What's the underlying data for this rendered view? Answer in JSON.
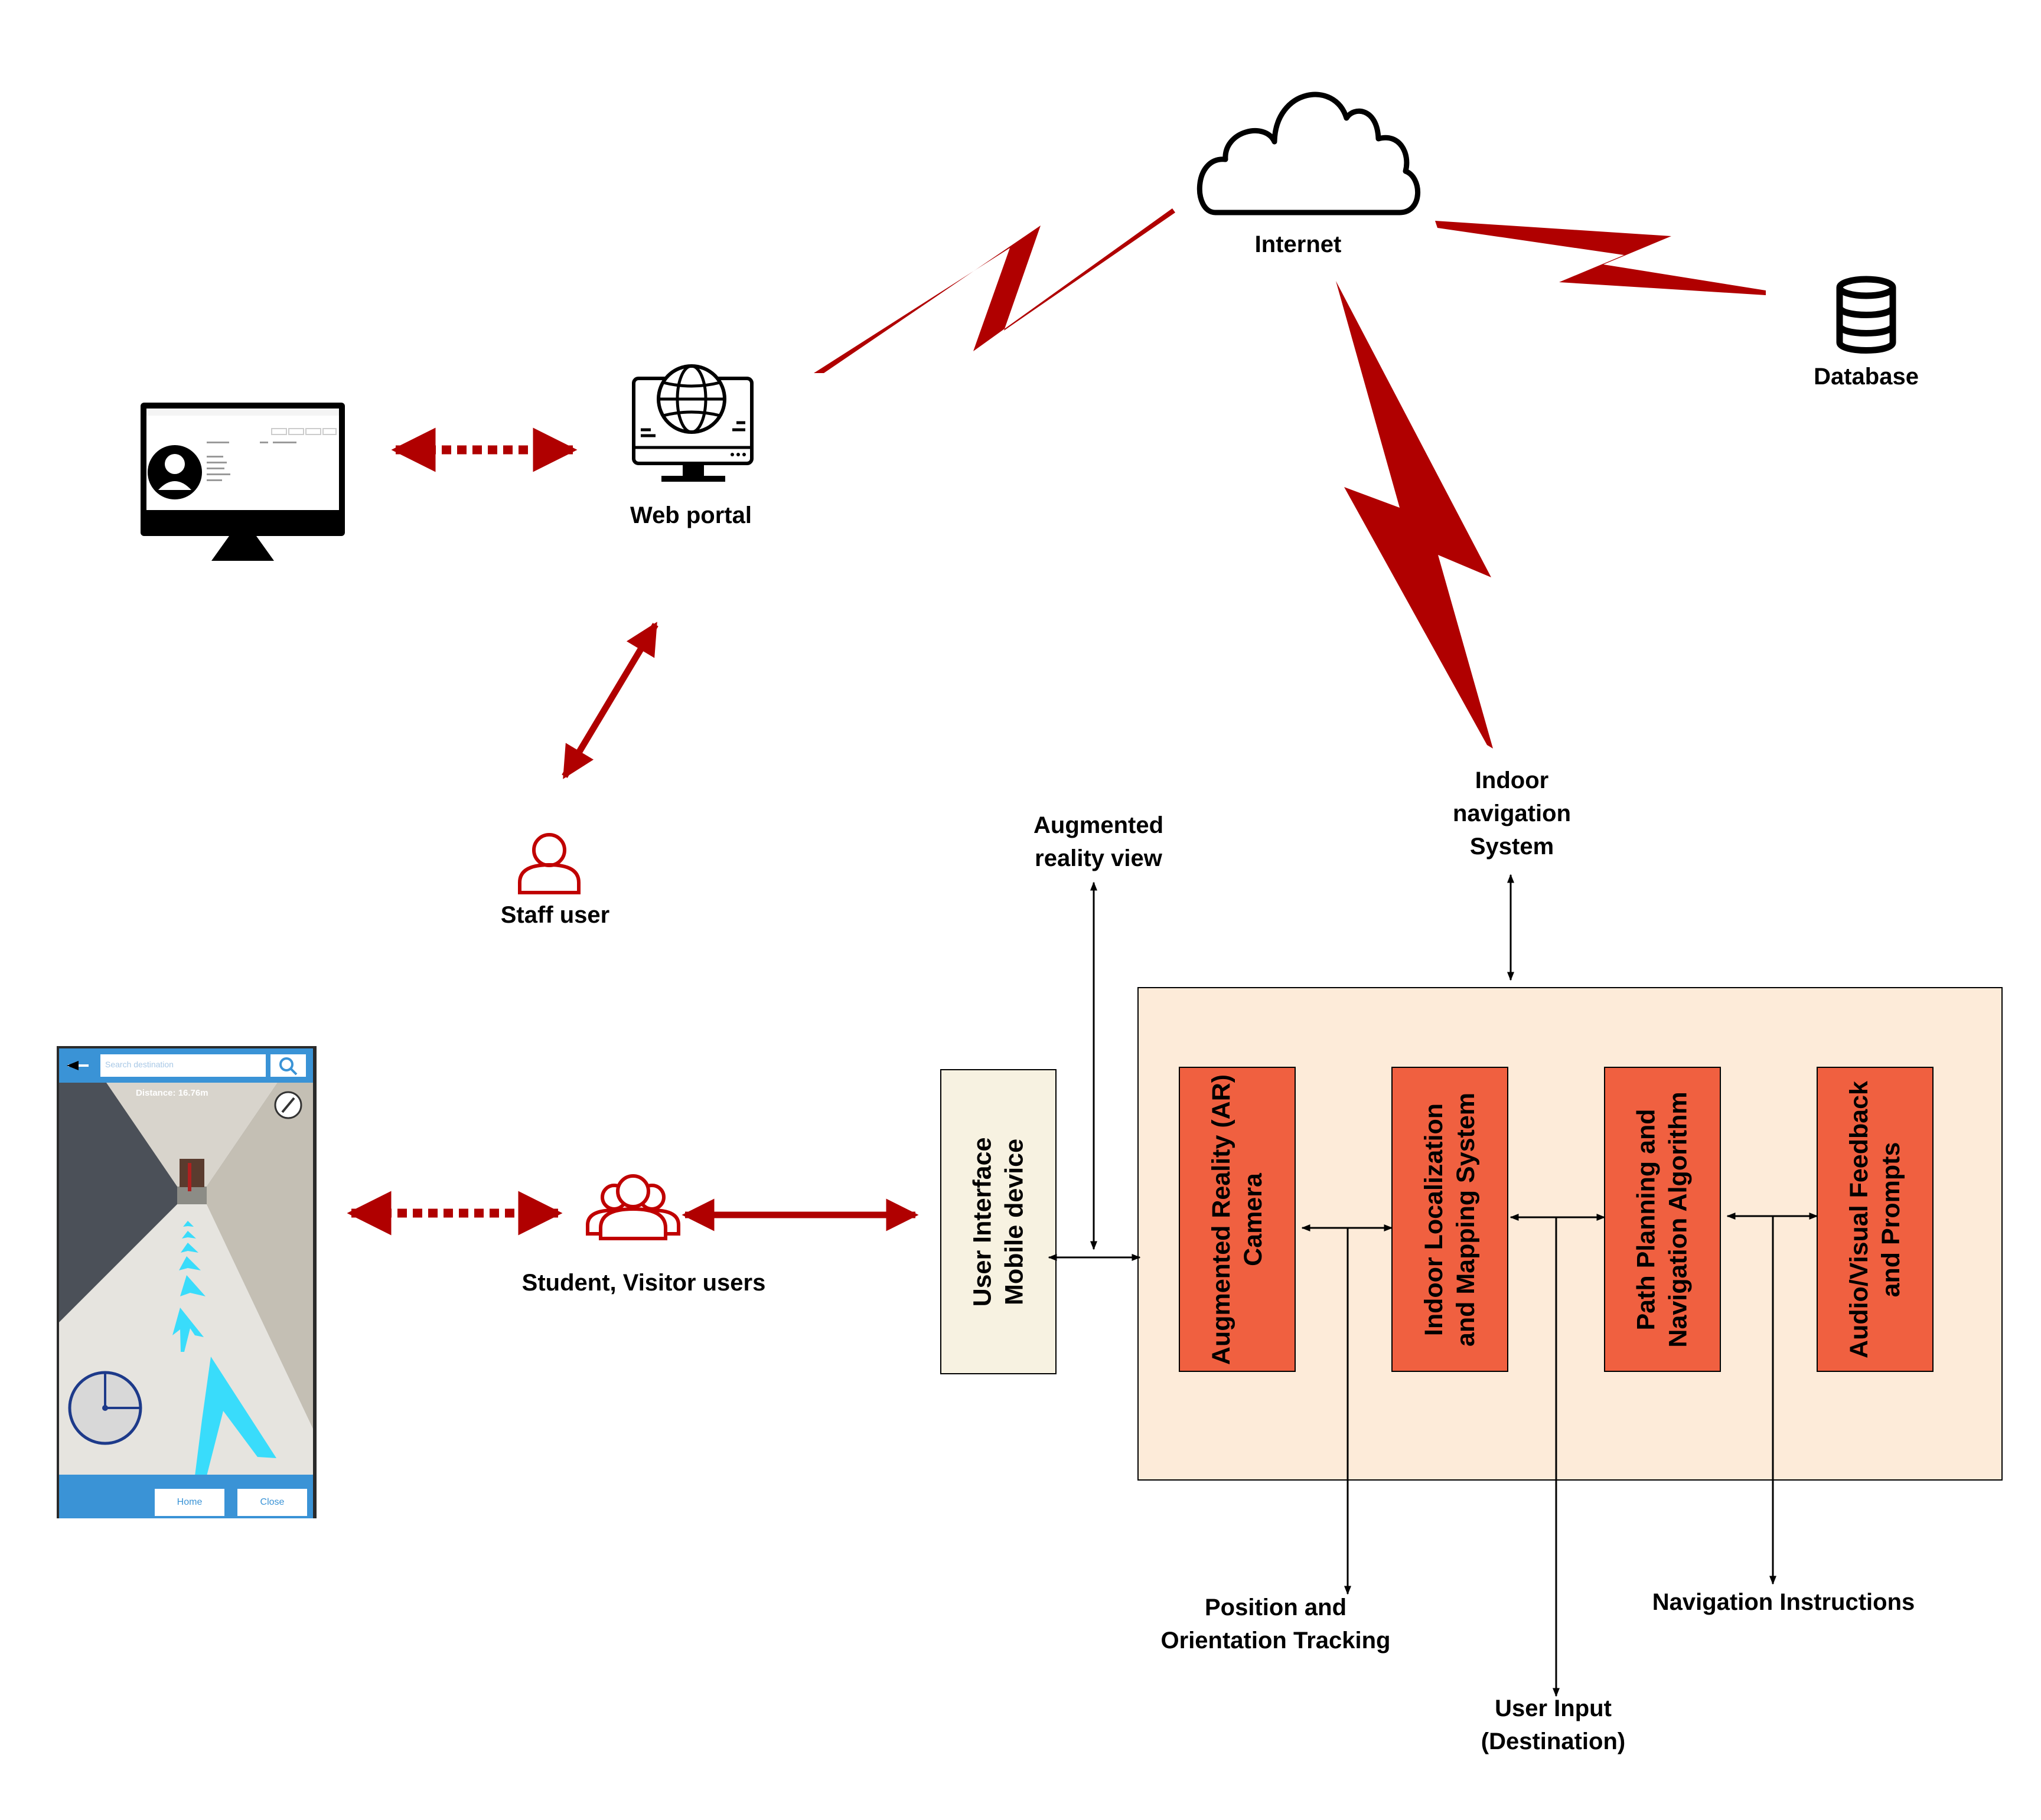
{
  "labels": {
    "internet": "Internet",
    "database": "Database",
    "web_portal": "Web portal",
    "staff_user": "Staff user",
    "student_visitor": "Student, Visitor users",
    "augmented_reality_view": [
      "Augmented",
      "reality view"
    ],
    "indoor_navigation_system": [
      "Indoor",
      "navigation",
      "System"
    ],
    "position_tracking": [
      "Position and",
      "Orientation Tracking"
    ],
    "user_input": [
      "User Input",
      "(Destination)"
    ],
    "navigation_instructions": "Navigation Instructions"
  },
  "ui_box": [
    "User Interface",
    "Mobile device"
  ],
  "modules": [
    [
      "Augmented Reality (AR)",
      "Camera"
    ],
    [
      "Indoor Localization",
      "and Mapping System"
    ],
    [
      "Path Planning and",
      "Navigation  Algorithm"
    ],
    [
      "Audio/Visual Feedback",
      "and Prompts"
    ]
  ],
  "phone": {
    "search_placeholder": "Search destination",
    "distance": "Distance: 16.76m",
    "home_button": "Home",
    "close_button": "Close"
  },
  "colors": {
    "link_red": "#b00000",
    "label_red": "#8e0000",
    "module_fill": "#f06040",
    "system_fill": "#fdebd9",
    "ui_fill": "#f7f2e1",
    "phone_blue": "#3a93d6",
    "ar_arrow": "#39dcfb"
  }
}
